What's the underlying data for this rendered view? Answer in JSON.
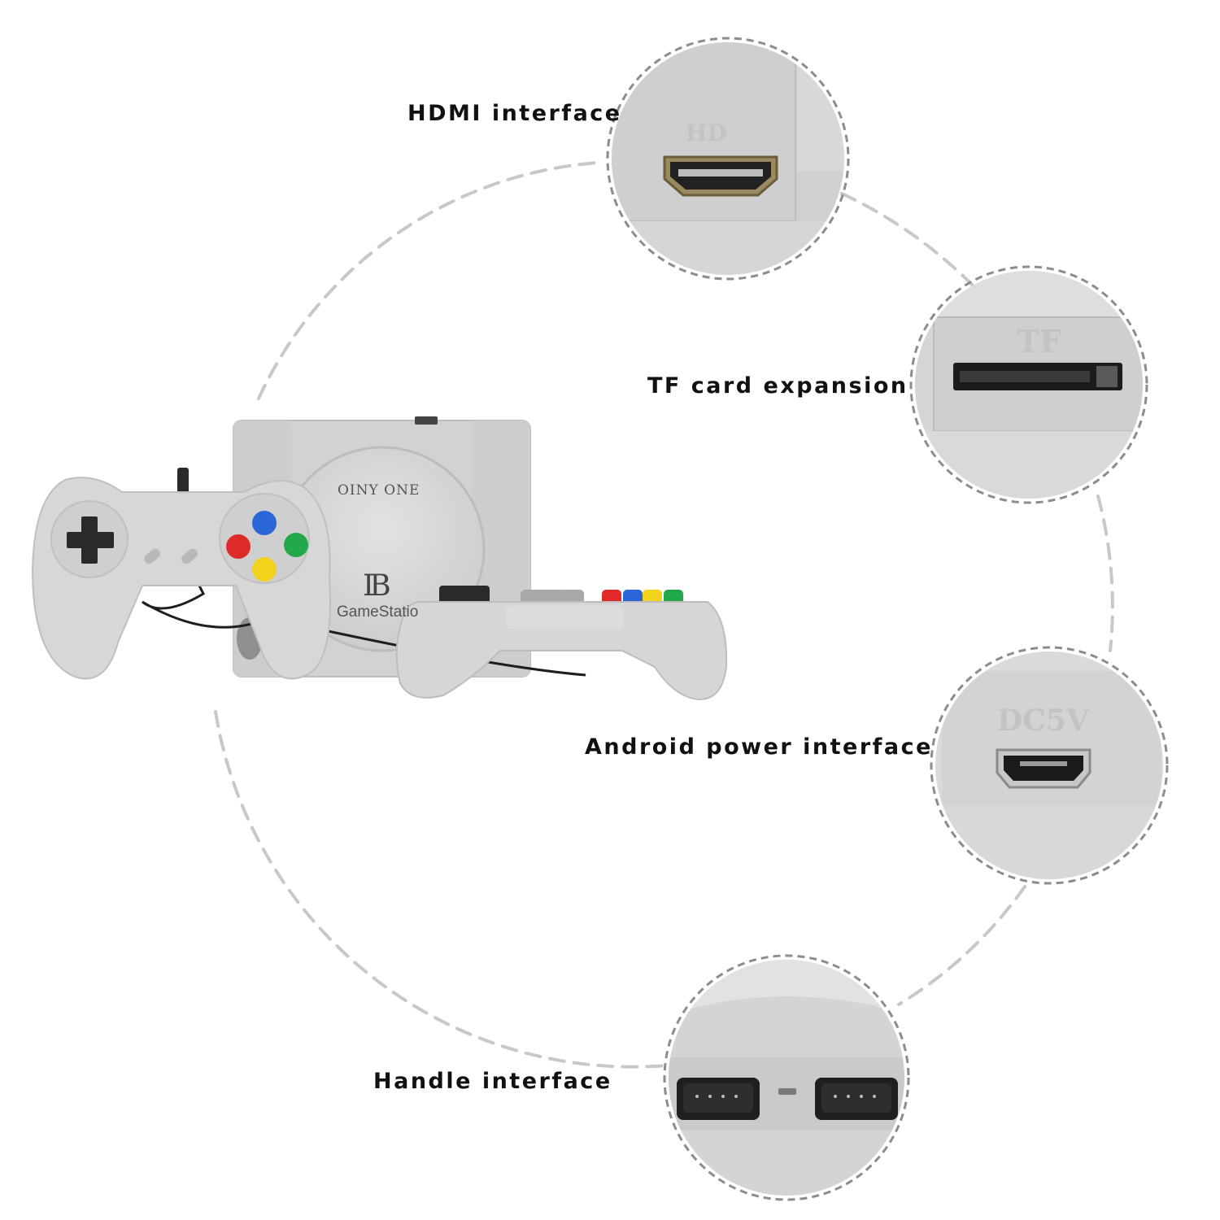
{
  "callouts": {
    "hdmi": "HDMI interface",
    "tf": "TF card expansion",
    "power": "Android power interface",
    "handle": "Handle interface"
  },
  "console": {
    "brand": "OINY ONE",
    "logo": "IB",
    "model": "GameStatio"
  },
  "port_labels": {
    "hdmi": "HD",
    "tf": "TF",
    "power": "DC5V"
  },
  "colors": {
    "background": "#ffffff",
    "dashes": "#c8c8c8",
    "plastic": "#d4d4d4",
    "button_red": "#e02a2a",
    "button_blue": "#2b66d6",
    "button_green": "#22a84a",
    "button_yellow": "#f2d21c"
  }
}
